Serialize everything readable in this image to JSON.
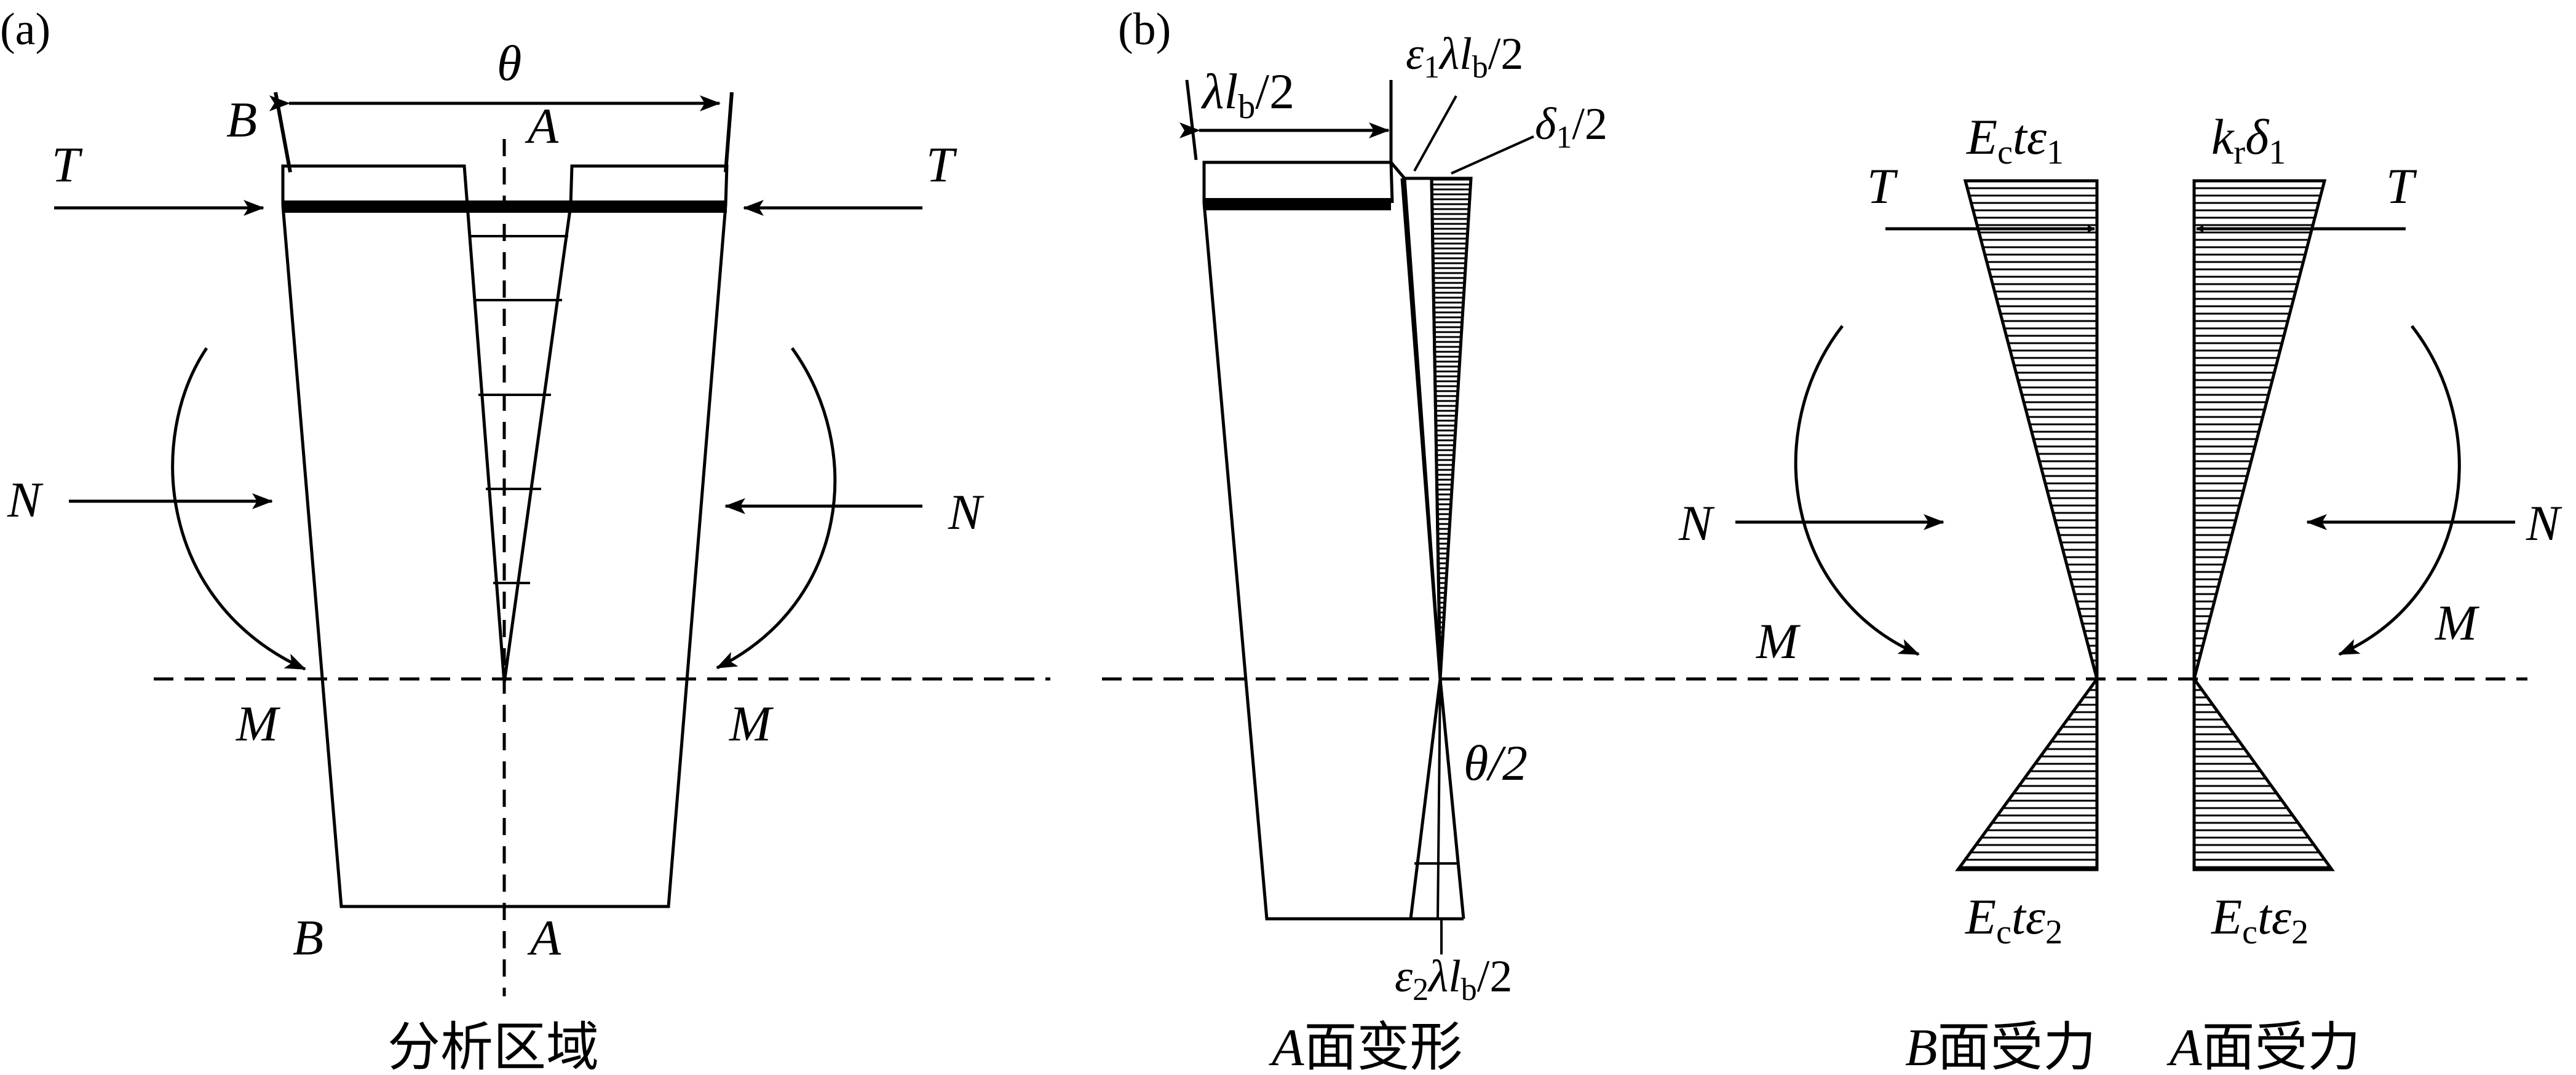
{
  "panels": {
    "a": "(a)",
    "b": "(b)"
  },
  "labels": {
    "theta": "θ",
    "B_top": "B",
    "A_top": "A",
    "T_left": "T",
    "T_right": "T",
    "N_left": "N",
    "N_right": "N",
    "M_left": "M",
    "M_right": "M",
    "B_bottom": "B",
    "A_bottom": "A",
    "lambda_lb_2": "λl",
    "lambda_lb_2_sub": "b",
    "lambda_lb_2_tail": "/2",
    "eps1_lambda_lb_2": "ε",
    "eps1_sub": "1",
    "eps1_lambda": "λl",
    "eps1_b": "b",
    "eps1_tail": "/2",
    "delta1_2": "δ",
    "delta1_sub": "1",
    "delta1_tail": "/2",
    "theta_2": "θ/2",
    "eps2": "ε",
    "eps2_sub": "2",
    "eps2_lambda": "λl",
    "eps2_b": "b",
    "eps2_tail": "/2",
    "Ec_t_eps1_E": "E",
    "Ec_t_eps1_c": "c",
    "Ec_t_eps1_t": "tε",
    "Ec_t_eps1_1": "1",
    "kr_delta1_k": "k",
    "kr_delta1_r": "r",
    "kr_delta1_d": "δ",
    "kr_delta1_1": "1",
    "T_b_left": "T",
    "T_b_right": "T",
    "N_b_left": "N",
    "N_b_right": "N",
    "M_b_left": "M",
    "M_b_right": "M",
    "Ec_t_eps2_E": "E",
    "Ec_t_eps2_c": "c",
    "Ec_t_eps2_t": "tε",
    "Ec_t_eps2_2": "2"
  },
  "captions": {
    "analysis_region": "分析区域",
    "a_face_deformation_italic": "A",
    "a_face_deformation_rest": "面变形",
    "b_face_force_italic": "B",
    "b_face_force_rest": "面受力",
    "a_face_force_italic": "A",
    "a_face_force_rest": "面受力"
  }
}
